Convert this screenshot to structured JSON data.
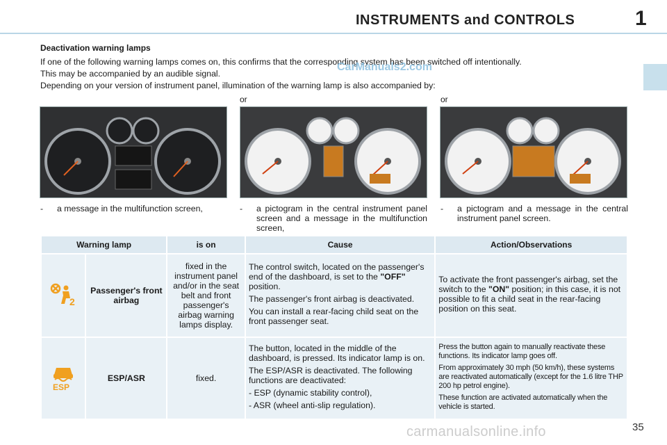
{
  "header": {
    "chapter_title": "INSTRUMENTS and CONTROLS",
    "chapter_number": "1"
  },
  "section": {
    "heading": "Deactivation warning lamps",
    "intro_lines": [
      "If one of the following warning lamps comes on, this confirms that the corresponding system has been switched off intentionally.",
      "This may be accompanied by an audible signal.",
      "Depending on your version of instrument panel, illumination of the warning lamp is also accompanied by:"
    ]
  },
  "watermark": "CarManuals2.com",
  "or_labels": [
    "or",
    "or"
  ],
  "panel_captions": [
    "a message in the multifunction screen,",
    "a pictogram in the central instrument panel screen and a message in the multifunction screen,",
    "a pictogram and a message in the central instrument panel screen."
  ],
  "table": {
    "headers": [
      "Warning lamp",
      "is on",
      "Cause",
      "Action/Observations"
    ],
    "rows": [
      {
        "icon": "passenger-airbag-off-icon",
        "name": "Passenger's front airbag",
        "is_on": "fixed in the instrument panel and/or in the seat belt and front passenger's airbag warning lamps display.",
        "cause": [
          "The control switch, located on the passenger's end of the dashboard, is set to the \"OFF\" position.",
          "The passenger's front airbag is deactivated.",
          "You can install a rear-facing child seat on the front passenger seat."
        ],
        "cause_bold": "\"OFF\"",
        "action": [
          "To activate the front passenger's airbag, set the switch to the \"ON\" position; in this case, it is not possible to fit a child seat in the rear-facing position on this seat."
        ],
        "action_bold": "\"ON\""
      },
      {
        "icon": "esp-off-icon",
        "name": "ESP/ASR",
        "is_on": "fixed.",
        "cause": [
          "The button, located in the middle of the dashboard, is pressed. Its indicator lamp is on.",
          "The ESP/ASR is deactivated. The following functions are deactivated:",
          "- ESP (dynamic stability control),",
          "- ASR (wheel anti-slip regulation)."
        ],
        "action": [
          "Press the button again to manually reactivate these functions. Its indicator lamp goes off.",
          "From approximately 30 mph (50 km/h), these systems are reactivated automatically (except for the 1.6 litre THP 200 hp petrol engine).",
          "These function are activated automatically when the vehicle is started."
        ]
      }
    ]
  },
  "page_number": "35",
  "footer_watermark": "carmanualsonline.info",
  "colors": {
    "accent": "#b9d6e6",
    "table_header": "#dde9f1",
    "table_cell": "#e9f1f6",
    "warning_icon": "#f0a020"
  }
}
